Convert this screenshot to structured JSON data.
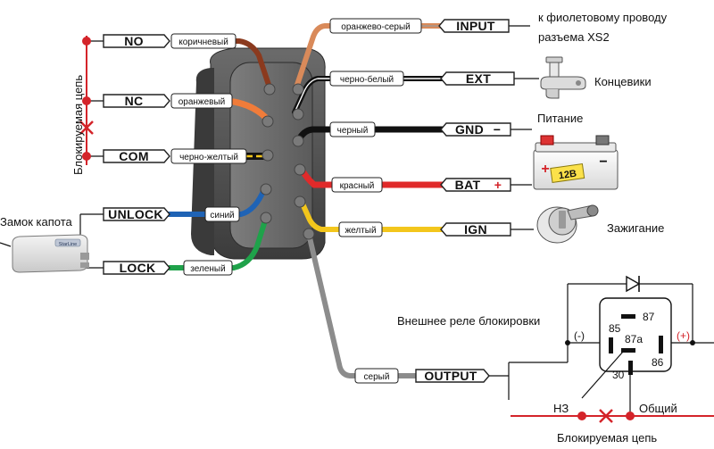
{
  "left_pins": [
    {
      "name": "NO",
      "wire": "коричневый",
      "color": "#8b3a1e"
    },
    {
      "name": "NC",
      "wire": "оранжевый",
      "color": "#f07c3a"
    },
    {
      "name": "COM",
      "wire": "черно-желтый",
      "color": "#111111"
    },
    {
      "name": "UNLOCK",
      "wire": "синий",
      "color": "#1f63b5"
    },
    {
      "name": "LOCK",
      "wire": "зеленый",
      "color": "#1fa24a"
    }
  ],
  "right_pins": [
    {
      "name": "INPUT",
      "wire": "оранжево-серый",
      "color": "#d98a5a"
    },
    {
      "name": "EXT",
      "wire": "черно-белый",
      "color": "#111111"
    },
    {
      "name": "GND",
      "wire": "черный",
      "color": "#111111",
      "sign": "−"
    },
    {
      "name": "BAT",
      "wire": "красный",
      "color": "#e02a2a",
      "sign": "+"
    },
    {
      "name": "IGN",
      "wire": "желтый",
      "color": "#f3c61c"
    }
  ],
  "output": {
    "name": "OUTPUT",
    "wire": "серый",
    "color": "#8c8c8c"
  },
  "labels": {
    "blocked_circuit_vertical": "Блокируемая цепь",
    "hood_lock": "Замок капота",
    "input_note_line1": "к фиолетовому проводу",
    "input_note_line2": "разъема XS2",
    "door_switches": "Концевики",
    "power": "Питание",
    "ignition": "Зажигание",
    "relay_title": "Внешнее реле блокировки",
    "nc": "НЗ",
    "common": "Общий",
    "blocked_circuit_bottom": "Блокируемая цепь",
    "battery_label": "12В",
    "battery_plus": "+",
    "battery_minus": "−",
    "device_brand": "StarLine"
  },
  "relay": {
    "pins": [
      "85",
      "87",
      "87a",
      "86",
      "30"
    ],
    "minus": "(-)",
    "plus": "(+)"
  },
  "colors": {
    "red": "#d4242a",
    "gray": "#8c8c8c",
    "housing": "#4a4a4a"
  }
}
